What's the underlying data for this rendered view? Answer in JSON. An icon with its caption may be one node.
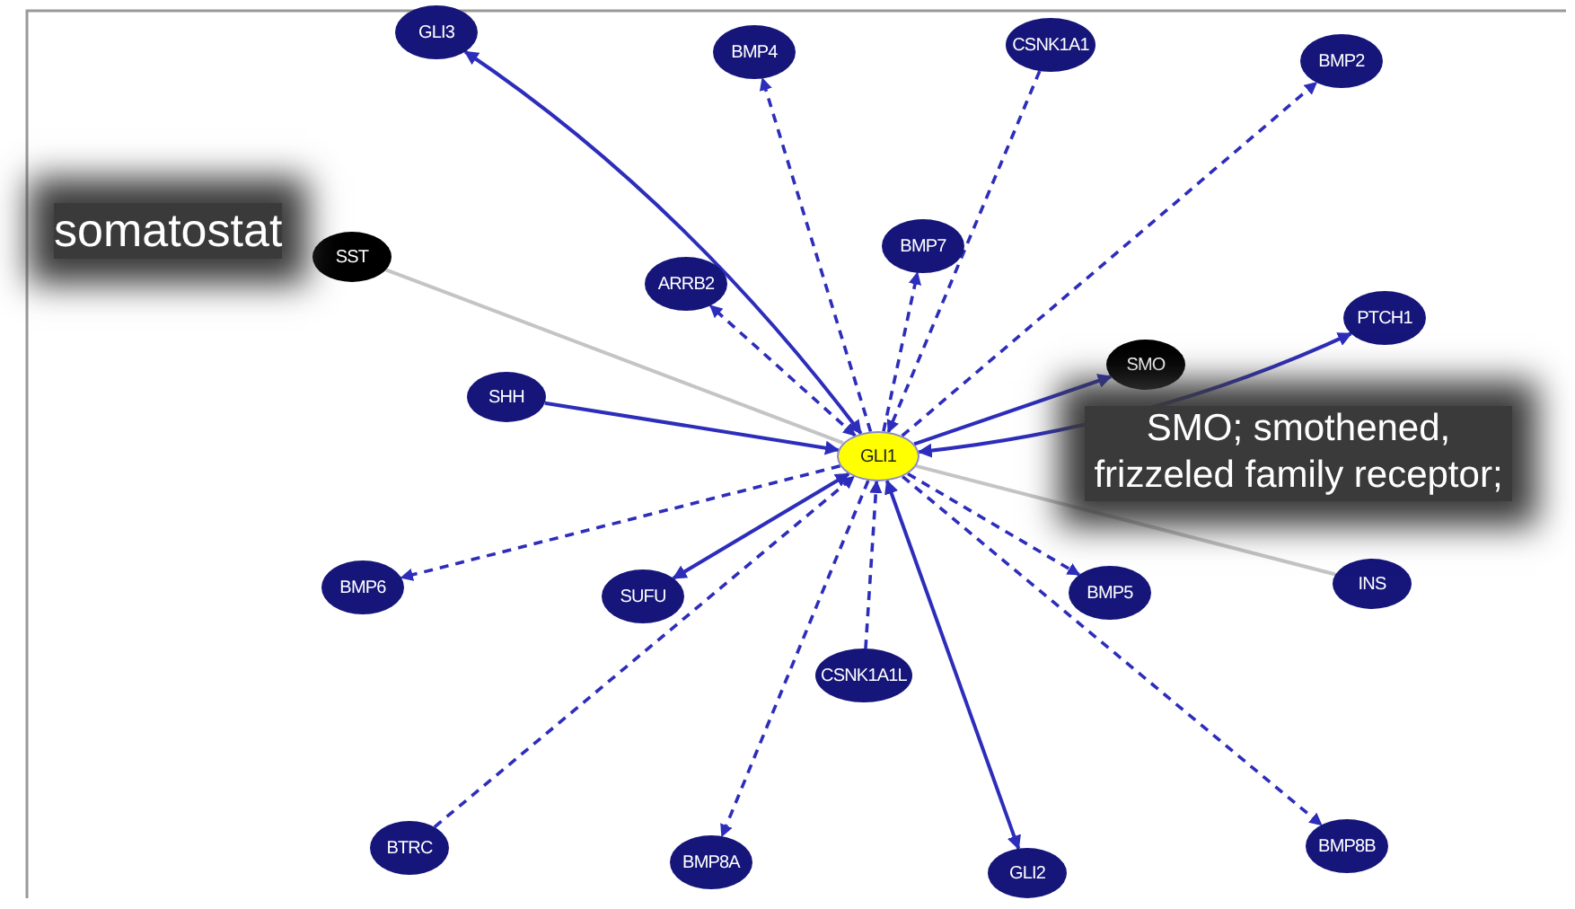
{
  "diagram": {
    "nodes": [
      {
        "text": [
          "GLI3"
        ]
      },
      {
        "text": [
          "BMP4"
        ]
      },
      {
        "text": [
          "CSNK1A1"
        ]
      },
      {
        "text": [
          "BMP2"
        ]
      },
      {
        "text": [
          "SST"
        ]
      },
      {
        "text": [
          "ARRB2"
        ]
      },
      {
        "text": [
          "BMP7"
        ]
      },
      {
        "text": [
          "SMO"
        ]
      },
      {
        "text": [
          "PTCH1"
        ]
      },
      {
        "text": [
          "SHH"
        ]
      },
      {
        "text": [
          "GLI1"
        ]
      },
      {
        "text": [
          "BMP6"
        ]
      },
      {
        "text": [
          "SUFU"
        ]
      },
      {
        "text": [
          "BMP5"
        ]
      },
      {
        "text": [
          "INS"
        ]
      },
      {
        "text": [
          "CSNK1A1L"
        ]
      },
      {
        "text": [
          "BTRC"
        ]
      },
      {
        "text": [
          "BMP8A"
        ]
      },
      {
        "text": [
          "GLI2"
        ]
      },
      {
        "text": [
          "BMP8B"
        ]
      }
    ],
    "edges": [
      {
        "from": 10,
        "to": 0,
        "arrow": "both"
      },
      {
        "from": 10,
        "to": 1,
        "arrow": "to",
        "style": "dashed"
      },
      {
        "from": 2,
        "to": 10,
        "arrow": "to",
        "style": "dashed"
      },
      {
        "from": 10,
        "to": 3,
        "arrow": "to",
        "style": "dashed"
      },
      {
        "from": 4,
        "to": 10,
        "arrow": "none",
        "color": "#c4c4c4"
      },
      {
        "from": 10,
        "to": 5,
        "arrow": "both",
        "style": "dashed"
      },
      {
        "from": 10,
        "to": 6,
        "arrow": "to",
        "style": "dashed"
      },
      {
        "from": 10,
        "to": 7,
        "arrow": "to"
      },
      {
        "from": 10,
        "to": 8,
        "arrow": "both"
      },
      {
        "from": 9,
        "to": 10,
        "arrow": "to"
      },
      {
        "from": 10,
        "to": 11,
        "arrow": "to",
        "style": "dashed"
      },
      {
        "from": 10,
        "to": 12,
        "arrow": "both"
      },
      {
        "from": 10,
        "to": 13,
        "arrow": "to",
        "style": "dashed"
      },
      {
        "from": 14,
        "to": 10,
        "arrow": "none",
        "color": "#c4c4c4"
      },
      {
        "from": 15,
        "to": 10,
        "arrow": "to",
        "style": "dashed"
      },
      {
        "from": 16,
        "to": 10,
        "arrow": "to",
        "style": "dashed"
      },
      {
        "from": 10,
        "to": 17,
        "arrow": "to",
        "style": "dashed"
      },
      {
        "from": 10,
        "to": 18,
        "arrow": "both"
      },
      {
        "from": 10,
        "to": 19,
        "arrow": "to",
        "style": "dashed"
      }
    ],
    "labels": [
      "somatostat",
      "SMO; smothened, frizzeled family receptor;"
    ]
  }
}
